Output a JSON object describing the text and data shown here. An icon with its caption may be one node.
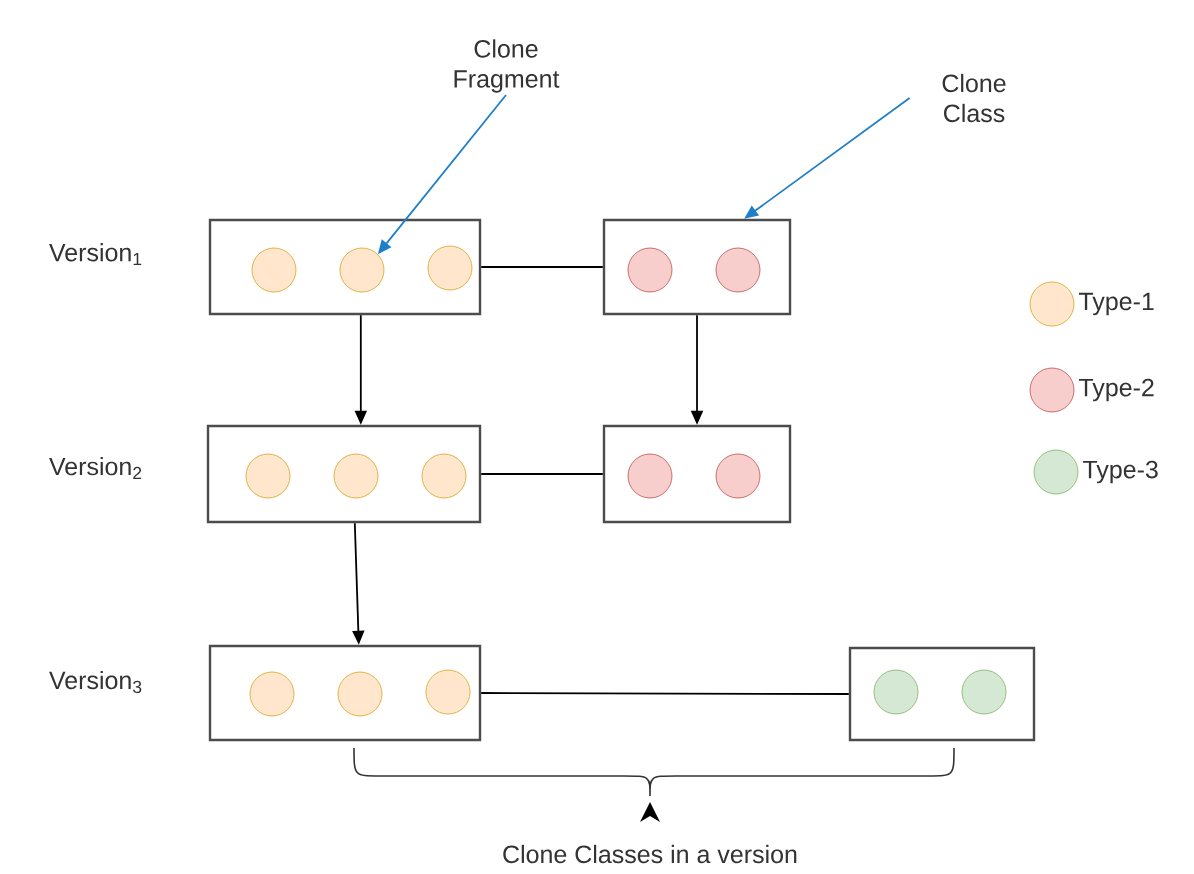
{
  "diagram": {
    "nodes": [
      {
        "text": [
          "Clone Fragment"
        ]
      },
      {
        "text": [
          "Clone Class"
        ]
      },
      {
        "text": [],
        "shape": "box"
      },
      {
        "text": [],
        "shape": "circle",
        "in": 2
      },
      {
        "text": [],
        "shape": "circle",
        "in": 2
      },
      {
        "text": [],
        "shape": "circle",
        "in": 2
      },
      {
        "text": [],
        "shape": "box"
      },
      {
        "text": [],
        "shape": "circle",
        "in": 6
      },
      {
        "text": [],
        "shape": "circle",
        "in": 6
      },
      {
        "text": [],
        "shape": "box"
      },
      {
        "text": [],
        "shape": "circle",
        "in": 9
      },
      {
        "text": [],
        "shape": "circle",
        "in": 9
      },
      {
        "text": [],
        "shape": "circle",
        "in": 9
      },
      {
        "text": [],
        "shape": "box"
      },
      {
        "text": [],
        "shape": "circle",
        "in": 13
      },
      {
        "text": [],
        "shape": "circle",
        "in": 13
      },
      {
        "text": [],
        "shape": "box"
      },
      {
        "text": [],
        "shape": "circle",
        "in": 16
      },
      {
        "text": [],
        "shape": "circle",
        "in": 16
      },
      {
        "text": [],
        "shape": "circle",
        "in": 16
      },
      {
        "text": [],
        "shape": "box"
      },
      {
        "text": [],
        "shape": "circle",
        "in": 20
      },
      {
        "text": [],
        "shape": "circle",
        "in": 20
      }
    ],
    "edges": [
      {
        "from": 0,
        "to": 4,
        "arrow": "to",
        "color": "#1f7fc8"
      },
      {
        "from": 1,
        "to": 6,
        "arrow": "to",
        "color": "#1f7fc8"
      },
      {
        "from": 2,
        "to": 6,
        "arrow": "none"
      },
      {
        "from": 2,
        "to": 9,
        "arrow": "to"
      },
      {
        "from": 6,
        "to": 13,
        "arrow": "to"
      },
      {
        "from": 9,
        "to": 13,
        "arrow": "none"
      },
      {
        "from": 9,
        "to": 16,
        "arrow": "to"
      },
      {
        "from": 16,
        "to": 20,
        "arrow": "none"
      }
    ],
    "labels": [
      "Version$_{1}$",
      "Version$_{2}$",
      "Version$_{3}$",
      "Clone Classes in a version"
    ],
    "legend": [
      {
        "text": "Type-1",
        "color": "#ffe6cc"
      },
      {
        "text": "Type-2",
        "color": "#f8cecc"
      },
      {
        "text": "Type-3",
        "color": "#d5e8d4"
      }
    ]
  }
}
